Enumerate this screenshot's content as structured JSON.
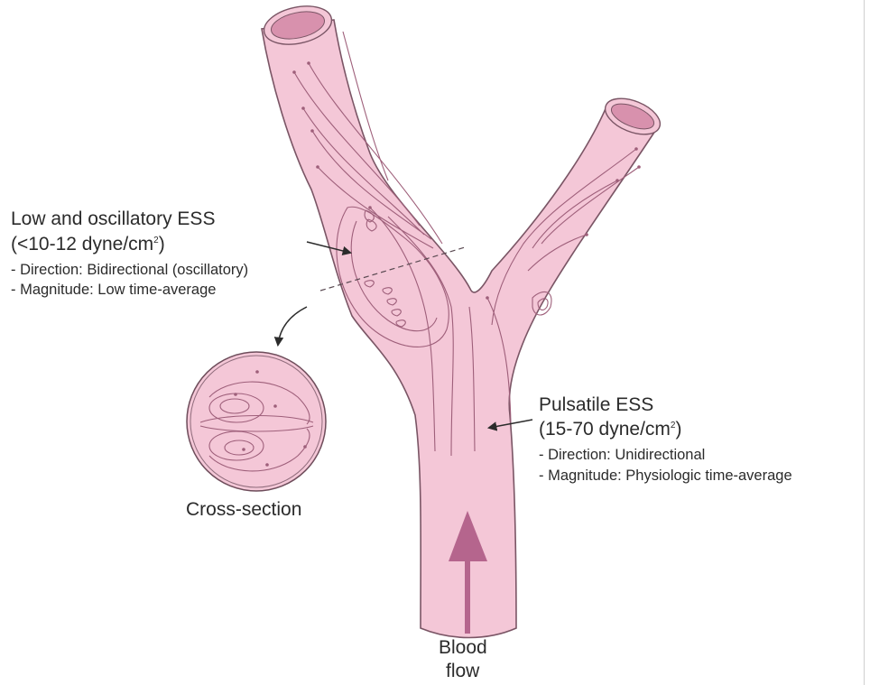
{
  "colors": {
    "vessel_fill": "#f4c7d7",
    "vessel_stroke": "#7a5565",
    "lumen_fill": "#d891ad",
    "streamline": "#9e5f7a",
    "flow_arrow": "#b5658d",
    "text": "#2b2b2b"
  },
  "left_annotation": {
    "title": "Low and oscillatory ESS",
    "range_prefix": "(<10-12 dyne/cm",
    "range_sup": "2",
    "range_suffix": ")",
    "direction": "- Direction: Bidirectional (oscillatory)",
    "magnitude": "- Magnitude: Low time-average"
  },
  "right_annotation": {
    "title": "Pulsatile ESS",
    "range_prefix": "(15-70 dyne/cm",
    "range_sup": "2",
    "range_suffix": ")",
    "direction": "- Direction: Unidirectional",
    "magnitude": "- Magnitude: Physiologic time-average"
  },
  "cross_section_label": "Cross-section",
  "blood_flow": {
    "line1": "Blood",
    "line2": "flow"
  }
}
